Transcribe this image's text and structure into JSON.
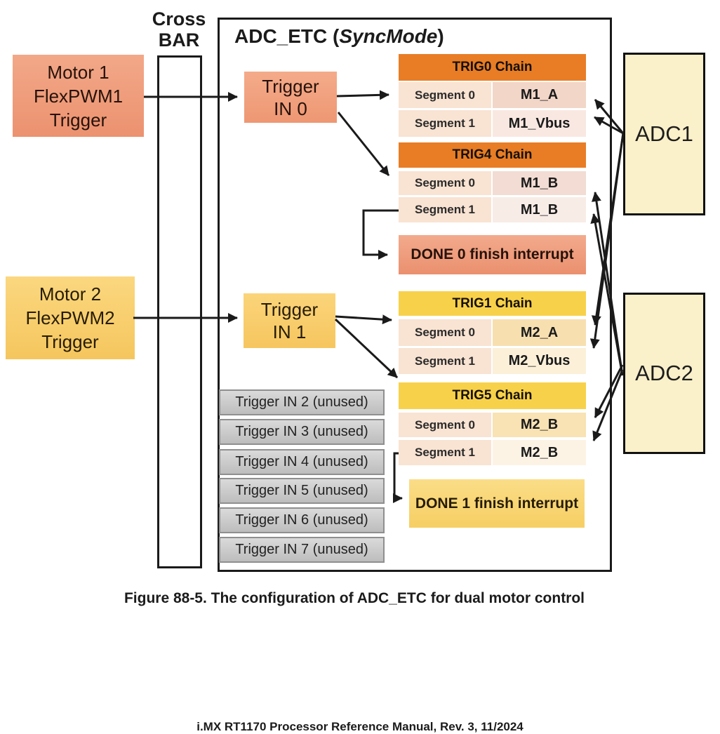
{
  "palette": {
    "orange_header": "#e87d26",
    "yellow_header": "#f8d14a",
    "salmon_box": "#f0a07d",
    "yellow_box": "#f9d06e",
    "segment_label_bg": "#f9e3d2",
    "m1_value_bg": "#f2d6c8",
    "m1_value_light_bg": "#f9ebe4",
    "m2_value_bg": "#f8dfb0",
    "m2_value_light_bg": "#fcf0d9",
    "adc_bg": "#faf0c9",
    "unused_bg": "#cccccc",
    "line_color": "#1a1a1a"
  },
  "crossbar": {
    "line1": "Cross",
    "line2": "BAR"
  },
  "adc_etc": {
    "title_prefix": "ADC_ETC (",
    "title_mode": "SyncMode",
    "title_suffix": ")"
  },
  "motor1": {
    "line1": "Motor 1",
    "line2": "FlexPWM1",
    "line3": "Trigger"
  },
  "motor2": {
    "line1": "Motor 2",
    "line2": "FlexPWM2",
    "line3": "Trigger"
  },
  "trigger_in_0": {
    "line1": "Trigger",
    "line2": "IN 0"
  },
  "trigger_in_1": {
    "line1": "Trigger",
    "line2": "IN 1"
  },
  "chains": [
    {
      "title": "TRIG0 Chain",
      "rows": [
        {
          "seg": "Segment 0",
          "val": "M1_A"
        },
        {
          "seg": "Segment 1",
          "val": "M1_Vbus"
        }
      ]
    },
    {
      "title": "TRIG4 Chain",
      "rows": [
        {
          "seg": "Segment 0",
          "val": "M1_B"
        },
        {
          "seg": "Segment 1",
          "val": "M1_B"
        }
      ]
    },
    {
      "title": "TRIG1 Chain",
      "rows": [
        {
          "seg": "Segment 0",
          "val": "M2_A"
        },
        {
          "seg": "Segment 1",
          "val": "M2_Vbus"
        }
      ]
    },
    {
      "title": "TRIG5 Chain",
      "rows": [
        {
          "seg": "Segment 0",
          "val": "M2_B"
        },
        {
          "seg": "Segment 1",
          "val": "M2_B"
        }
      ]
    }
  ],
  "done0": "DONE 0 finish interrupt",
  "done1": "DONE 1 finish interrupt",
  "unused_triggers": [
    "Trigger IN 2 (unused)",
    "Trigger IN 3 (unused)",
    "Trigger IN 4 (unused)",
    "Trigger IN 5 (unused)",
    "Trigger IN 6 (unused)",
    "Trigger IN 7 (unused)"
  ],
  "adc1": "ADC1",
  "adc2": "ADC2",
  "caption": "Figure 88-5. The configuration of ADC_ETC for dual motor control",
  "footer": "i.MX RT1170 Processor Reference Manual, Rev. 3, 11/2024"
}
